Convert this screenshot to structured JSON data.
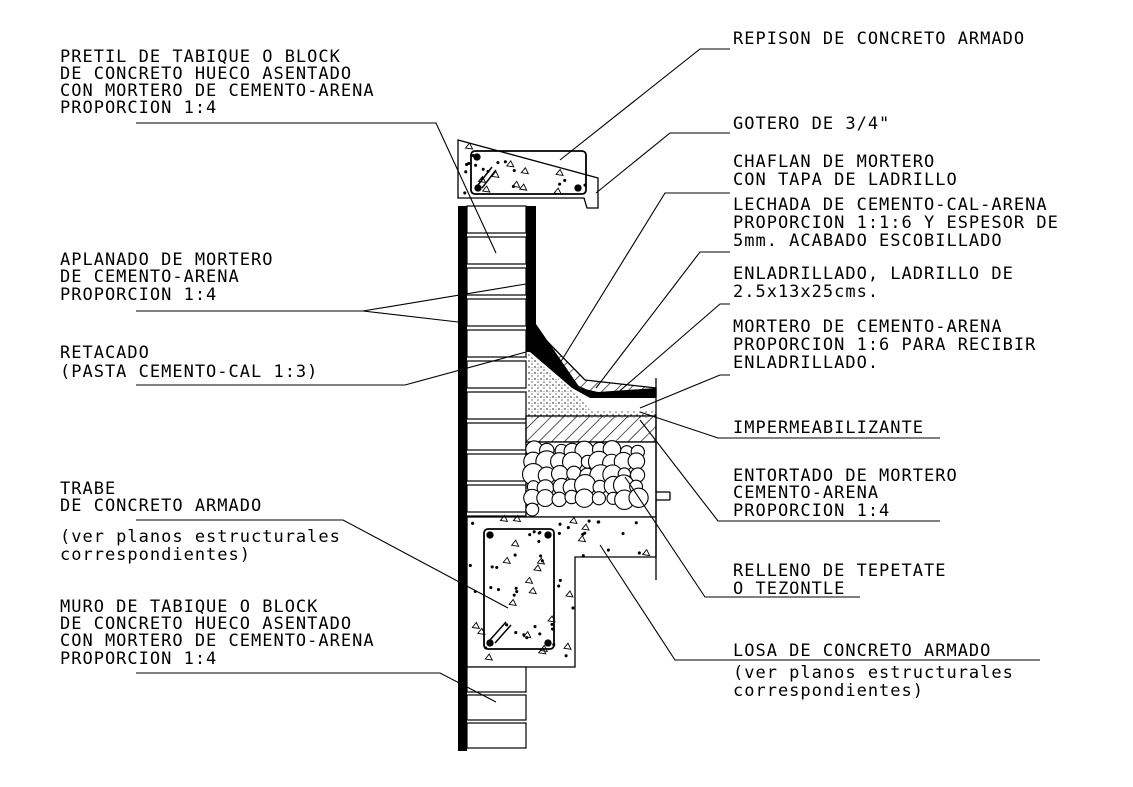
{
  "labels": {
    "pretil": [
      "PRETIL DE TABIQUE O BLOCK",
      "DE CONCRETO HUECO ASENTADO",
      "CON MORTERO DE CEMENTO-ARENA",
      "PROPORCION 1:4"
    ],
    "aplanado": [
      "APLANADO DE MORTERO",
      "DE CEMENTO-ARENA",
      "PROPORCION 1:4"
    ],
    "retacado": [
      "RETACADO",
      "(PASTA CEMENTO-CAL 1:3)"
    ],
    "trabe": [
      "TRABE",
      "DE CONCRETO ARMADO"
    ],
    "trabe_note": [
      "(ver planos estructurales",
      "correspondientes)"
    ],
    "muro": [
      "MURO DE TABIQUE O BLOCK",
      "DE CONCRETO HUECO ASENTADO",
      "CON MORTERO DE CEMENTO-ARENA",
      "PROPORCION 1:4"
    ],
    "repison": [
      "REPISON DE CONCRETO ARMADO"
    ],
    "gotero": [
      "GOTERO DE 3/4\""
    ],
    "chaflan": [
      "CHAFLAN DE MORTERO",
      "CON TAPA DE LADRILLO"
    ],
    "lechada": [
      "LECHADA DE CEMENTO-CAL-ARENA",
      "PROPORCION 1:1:6 Y ESPESOR DE",
      "5mm. ACABADO ESCOBILLADO"
    ],
    "enladrillado": [
      "ENLADRILLADO, LADRILLO DE",
      "2.5x13x25cms."
    ],
    "mortero": [
      "MORTERO DE CEMENTO-ARENA",
      "PROPORCION 1:6 PARA RECIBIR",
      "ENLADRILLADO."
    ],
    "impermeabilizante": [
      "IMPERMEABILIZANTE"
    ],
    "entortado": [
      "ENTORTADO DE MORTERO",
      "CEMENTO-ARENA",
      "PROPORCION 1:4"
    ],
    "relleno": [
      "RELLENO DE TEPETATE",
      "O TEZONTLE"
    ],
    "losa": [
      "LOSA DE CONCRETO ARMADO"
    ],
    "losa_note": [
      "(ver planos estructurales",
      "correspondientes)"
    ]
  }
}
